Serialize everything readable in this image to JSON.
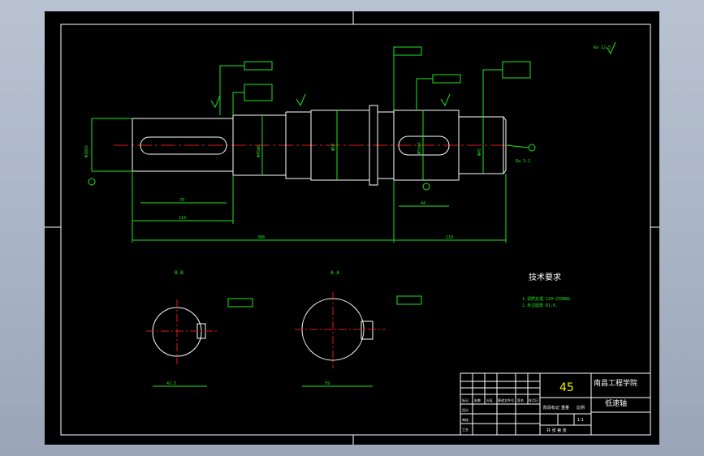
{
  "drawing": {
    "background": "#000000",
    "colors": {
      "outline": "#ffffff",
      "dimension": "#1ee61e",
      "hatch": "#f0f000",
      "centerline": "#e01818"
    }
  },
  "notes": {
    "tech_title": "技术要求",
    "tech_line1": "1.调质处理 220~250HBS.",
    "tech_line2": "2.未注圆角 R1.6."
  },
  "views": {
    "section_b": "B-B",
    "section_a": "A-A"
  },
  "dims": {
    "overall_left": "388",
    "overall_right": "110",
    "seg_left": "219",
    "key_left": "70",
    "key_right": "44",
    "dia_a": "Φ38k6",
    "dia_b": "Φ45m6",
    "dia_c": "Φ50",
    "dia_d": "Φ55m6",
    "dia_e": "Φ45",
    "section_b_dim": "42.5",
    "section_a_dim": "59",
    "roughness": "Ra 3.2",
    "roughness_corner": "Ra 12.5"
  },
  "title_block": {
    "material": "45",
    "school": "南昌工程学院",
    "part_name": "低速轴",
    "scale_label": "比例",
    "scale_value": "1:1",
    "stage_label": "阶段标记",
    "weight_label": "重量",
    "sheet_footer": "共 张 第 张",
    "rows": [
      "标记",
      "设计",
      "审核",
      "工艺"
    ],
    "cols": [
      "处数",
      "分区",
      "更改文件号",
      "签名",
      "年月日"
    ]
  }
}
